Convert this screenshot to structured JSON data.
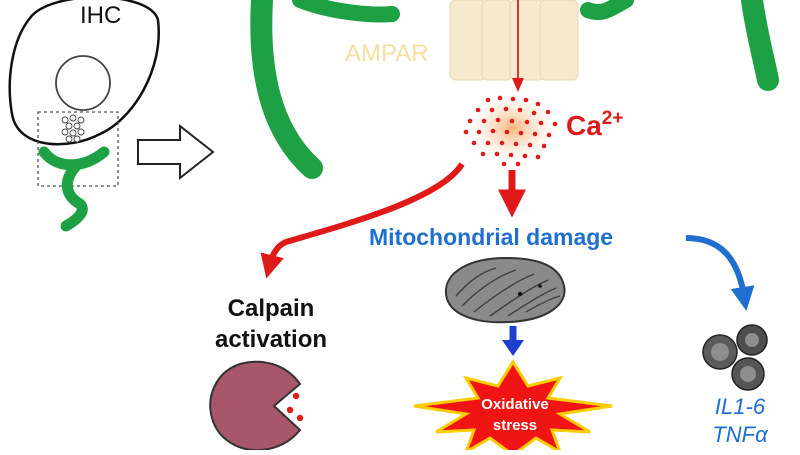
{
  "labels": {
    "ihc": "IHC",
    "ampar": "AMPAR",
    "calcium": {
      "base": "Ca",
      "charge": "2+"
    },
    "mito_damage": "Mitochondrial damage",
    "calpain": {
      "line1": "Calpain",
      "line2": "activation"
    },
    "oxidative": {
      "line1": "Oxidative",
      "line2": "stress"
    },
    "cytokines": {
      "line1": "IL1-6",
      "line2": "TNFα"
    }
  },
  "colors": {
    "nerve_green": "#1ea045",
    "calcium_red": "#e01919",
    "damage_blue": "#1f6fd0",
    "ampar_beige": "#f4dfa0",
    "calpain_body": "#a8566a",
    "burst_red": "#f01414",
    "burst_yellow": "#ffcc00"
  }
}
